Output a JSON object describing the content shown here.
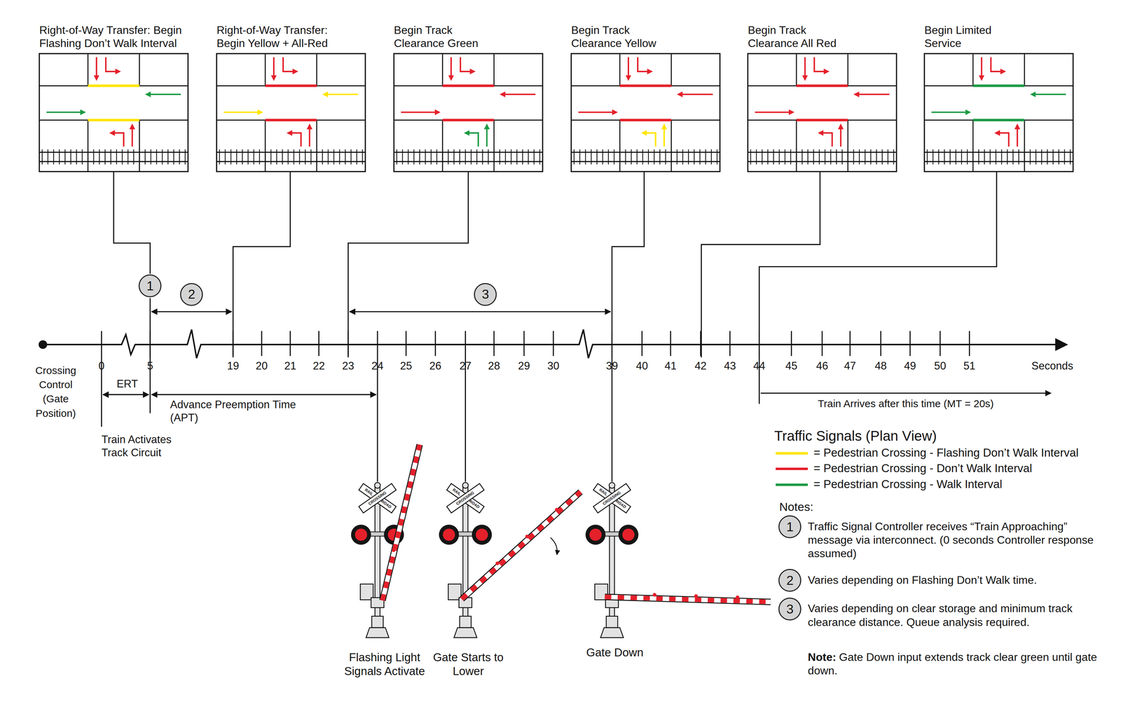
{
  "diagram": {
    "nodes": [
      {
        "text": [
          "Right-of-Way Transfer: Begin Flashing Don’t Walk Interval"
        ]
      },
      {
        "text": [
          "Right-of-Way Transfer: Begin Yellow + All-Red"
        ]
      },
      {
        "text": [
          "Begin Track Clearance Green"
        ]
      },
      {
        "text": [
          "Begin Track Clearance Yellow"
        ]
      },
      {
        "text": [
          "Begin Track Clearance All Red"
        ]
      },
      {
        "text": [
          "Begin Limited Service"
        ]
      },
      {
        "text": [
          "1"
        ]
      },
      {
        "text": [
          "2"
        ]
      },
      {
        "text": [
          "3"
        ]
      },
      {
        "text": [
          "1"
        ]
      },
      {
        "text": [
          "2"
        ]
      },
      {
        "text": [
          "3"
        ]
      }
    ],
    "labels": [
      "Crossing Control (Gate Position)",
      "0",
      "5",
      "19",
      "20",
      "21",
      "22",
      "23",
      "24",
      "25",
      "26",
      "27",
      "28",
      "29",
      "30",
      "39",
      "40",
      "41",
      "42",
      "43",
      "44",
      "45",
      "46",
      "47",
      "48",
      "49",
      "50",
      "51",
      "Seconds",
      "ERT",
      "Advance Preemption Time (APT)",
      "Train Activates Track Circuit",
      "Train Arrives after this time (MT = 20s)",
      "Flashing Light Signals Activate",
      "Gate Starts to Lower",
      "Gate Down",
      "RAIL",
      "ROAD",
      "CROSSING",
      "RAIL",
      "ROAD",
      "CROSSING",
      "RAIL",
      "ROAD",
      "CROSSING",
      "Traffic Signals (Plan View)",
      "Notes:",
      "Traffic Signal Controller receives “Train Approaching” message via interconnect. (0 seconds Controller response assumed)",
      "Varies depending on Flashing Don’t Walk time.",
      "Varies depending on clear storage and minimum track clearance distance. Queue analysis required.",
      "Note:",
      "Gate Down input extends track clear green until gate down."
    ],
    "legend": [
      {
        "text": "= Pedestrian Crossing - Flashing Don’t Walk Interval",
        "color": "#ffe500"
      },
      {
        "text": "= Pedestrian Crossing - Don’t Walk Interval",
        "color": "#e4202a"
      },
      {
        "text": "= Pedestrian Crossing - Walk Interval",
        "color": "#1c9a45"
      }
    ]
  }
}
